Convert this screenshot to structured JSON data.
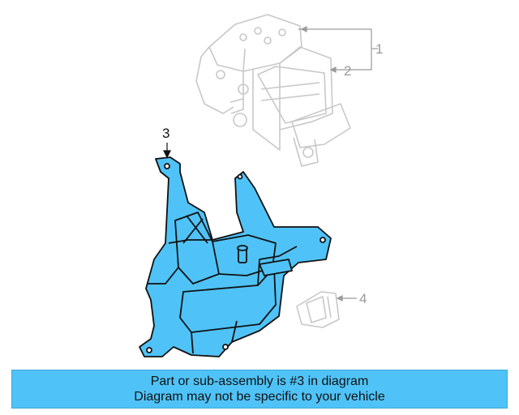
{
  "callouts": {
    "c1": "1",
    "c2": "2",
    "c3": "3",
    "c4": "4"
  },
  "banner": {
    "line1": "Part or sub-assembly is #3 in diagram",
    "line2": "Diagram may not be specific to your vehicle"
  },
  "colors": {
    "highlight": "#4fc3f7",
    "ghost_line": "#c8c8c8",
    "ink": "#111111"
  }
}
